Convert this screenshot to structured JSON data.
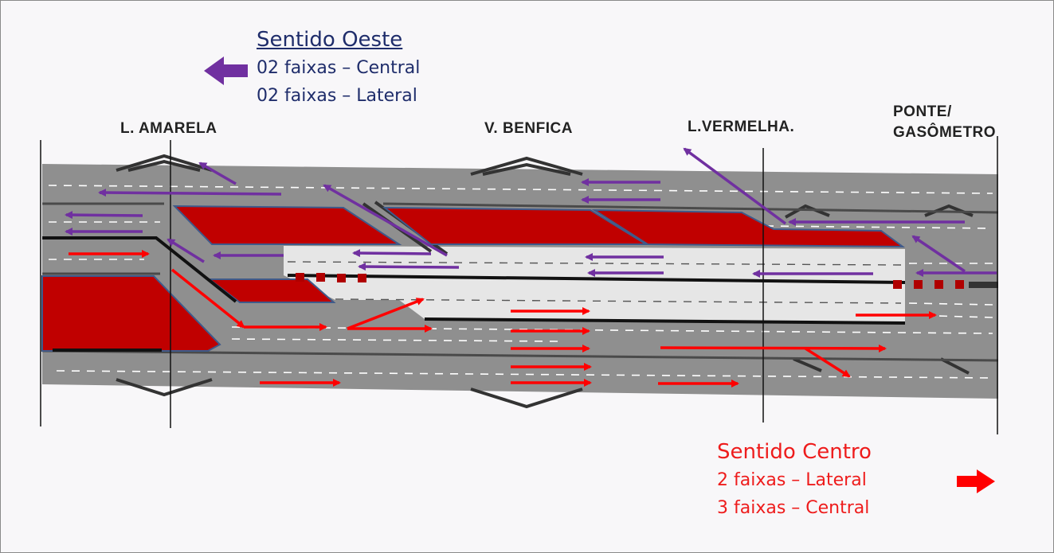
{
  "legend_west": {
    "title": "Sentido Oeste",
    "line1": "02 faixas – Central",
    "line2": "02 faixas – Lateral",
    "color": "#7030a0",
    "text_color": "#1f2d6b",
    "arrow_icon": "arrow-left-icon"
  },
  "legend_center": {
    "title": "Sentido Centro",
    "line1": "2 faixas – Lateral",
    "line2": "3 faixas – Central",
    "color": "#ff0000",
    "arrow_icon": "arrow-right-icon"
  },
  "places": {
    "amarela": "L. AMARELA",
    "benfica": "V. BENFICA",
    "vermelha": "L.VERMELHA.",
    "ponte_line1": "PONTE/",
    "ponte_line2": "GASÔMETRO"
  },
  "colors": {
    "road": "#8f8f8f",
    "median": "#c00000",
    "central_lanes": "#e6e6e6",
    "westbound_arrow": "#7030a0",
    "centerbound_arrow": "#ff0000"
  }
}
